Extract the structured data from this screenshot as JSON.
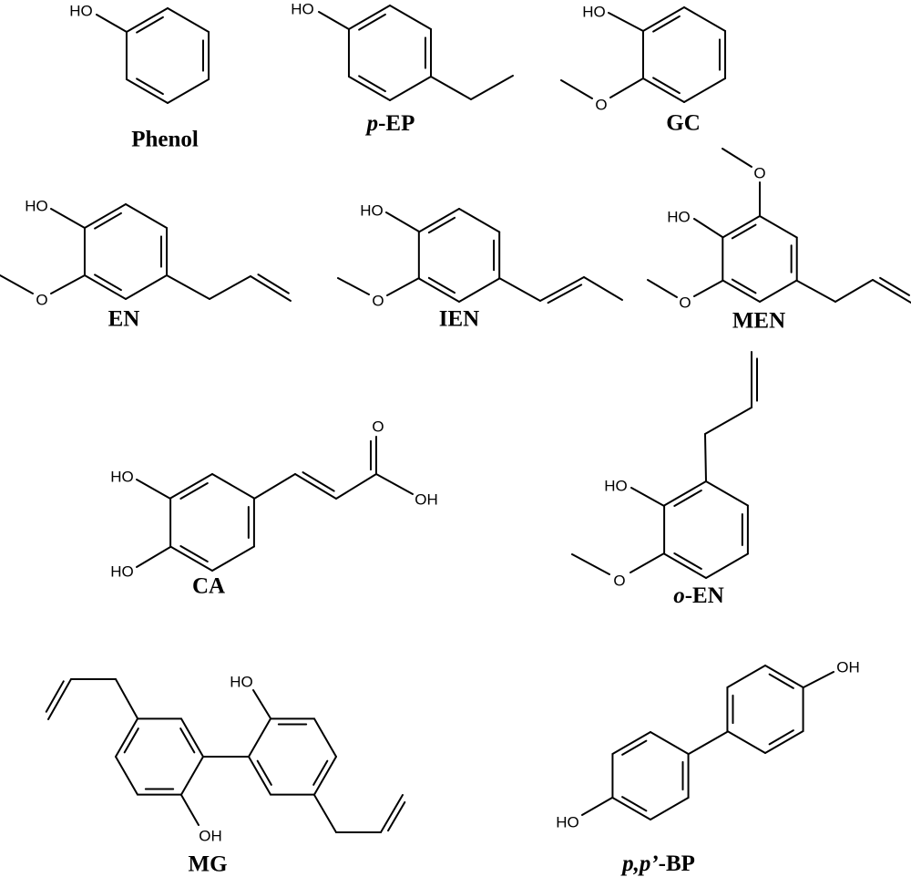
{
  "molecules": {
    "phenol": {
      "name": "Phenol",
      "atoms": [
        "HO"
      ]
    },
    "pep": {
      "name_italic": "p",
      "name_rest": "-EP",
      "atoms": [
        "HO"
      ]
    },
    "gc": {
      "name": "GC",
      "atoms": [
        "HO",
        "O"
      ]
    },
    "en": {
      "name": "EN",
      "atoms": [
        "HO",
        "O"
      ]
    },
    "ien": {
      "name": "IEN",
      "atoms": [
        "HO",
        "O"
      ]
    },
    "men": {
      "name": "MEN",
      "atoms": [
        "O",
        "HO",
        "O"
      ]
    },
    "ca": {
      "name": "CA",
      "atoms": [
        "HO",
        "HO",
        "O",
        "OH"
      ]
    },
    "oen": {
      "name_italic": "o",
      "name_rest": "-EN",
      "atoms": [
        "HO",
        "O"
      ]
    },
    "mg": {
      "name": "MG",
      "atoms": [
        "OH",
        "HO"
      ]
    },
    "bp": {
      "name_italic": "p,p’",
      "name_rest": "-BP",
      "atoms": [
        "HO",
        "OH"
      ]
    }
  },
  "colors": {
    "stroke": "#000000",
    "background": "#ffffff"
  }
}
